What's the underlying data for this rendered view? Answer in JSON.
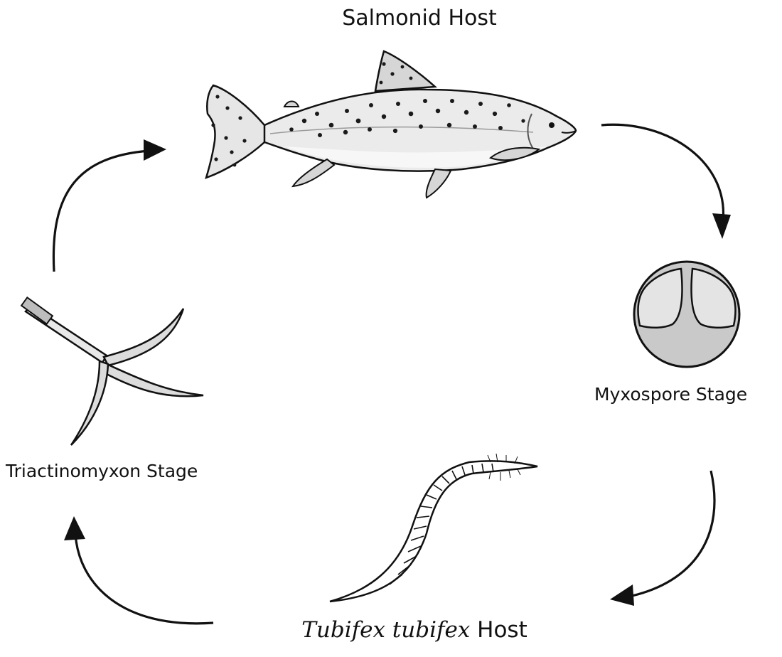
{
  "labels": {
    "salmonid_host": "Salmonid Host",
    "myxospore_stage": "Myxospore Stage",
    "triactinomyxon_stage": "Triactinomyxon Stage",
    "tubifex_species": "Tubifex tubifex",
    "tubifex_host_word": "Host"
  },
  "colors": {
    "ink": "#111111",
    "fish_body": "#ebebeb",
    "spots": "#1a1a1a",
    "spore_fill": "#c9c9c9",
    "spore_capsule": "#e4e4e4"
  },
  "icons": [
    "fish-icon",
    "myxospore-icon",
    "worm-icon",
    "triactinomyxon-icon",
    "arrow-icon"
  ]
}
